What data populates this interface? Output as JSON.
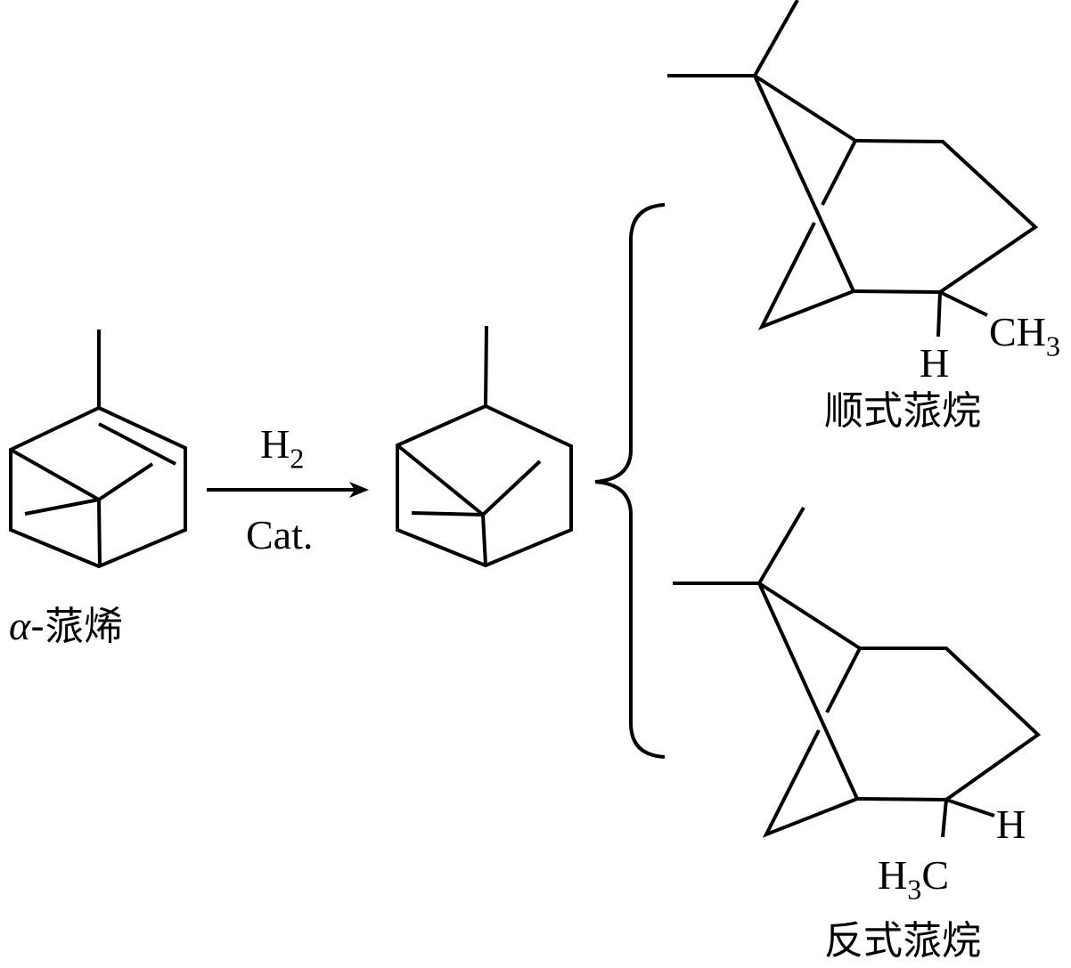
{
  "reactant": {
    "label_prefix": "α",
    "label_suffix": "-蒎烯"
  },
  "reaction": {
    "reagent_top": "H",
    "reagent_top_sub": "2",
    "reagent_bottom": "Cat."
  },
  "cis_product": {
    "h_label": "H",
    "methyl_label": "CH",
    "methyl_sub": "3",
    "name": "顺式蒎烷"
  },
  "trans_product": {
    "h_label": "H",
    "methyl_label_h": "H",
    "methyl_sub": "3",
    "methyl_label_c": "C",
    "name": "反式蒎烷"
  }
}
